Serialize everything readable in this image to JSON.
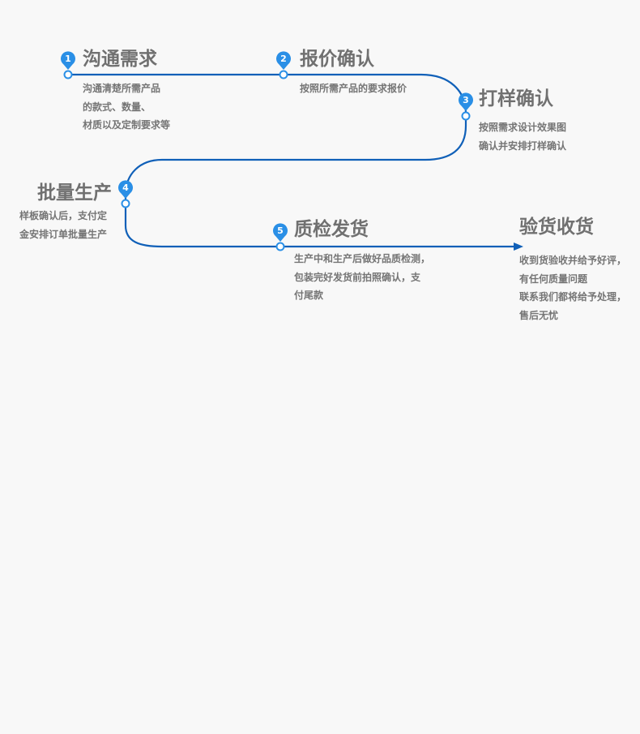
{
  "colors": {
    "line": "#1060b8",
    "marker": "#2a8fe6",
    "title": "#707070",
    "text": "#757575",
    "background": "#f8f8f8"
  },
  "steps": [
    {
      "number": "1",
      "title": "沟通需求",
      "desc": [
        "沟通清楚所需产品",
        "的款式、数量、",
        "材质以及定制要求等"
      ]
    },
    {
      "number": "2",
      "title": "报价确认",
      "desc": [
        "按照所需产品的要求报价"
      ]
    },
    {
      "number": "3",
      "title": "打样确认",
      "desc": [
        "按照需求设计效果图",
        "确认并安排打样确认"
      ]
    },
    {
      "number": "4",
      "title": "批量生产",
      "desc": [
        "样板确认后，支付定",
        "金安排订单批量生产"
      ]
    },
    {
      "number": "5",
      "title": "质检发货",
      "desc": [
        "生产中和生产后做好品质检测，",
        "包装完好发货前拍照确认，支",
        "付尾款"
      ]
    },
    {
      "number": "",
      "title": "验货收货",
      "desc": [
        "收到货验收并给予好评，",
        "有任何质量问题",
        "联系我们都将给予处理，",
        "售后无忧"
      ]
    }
  ]
}
